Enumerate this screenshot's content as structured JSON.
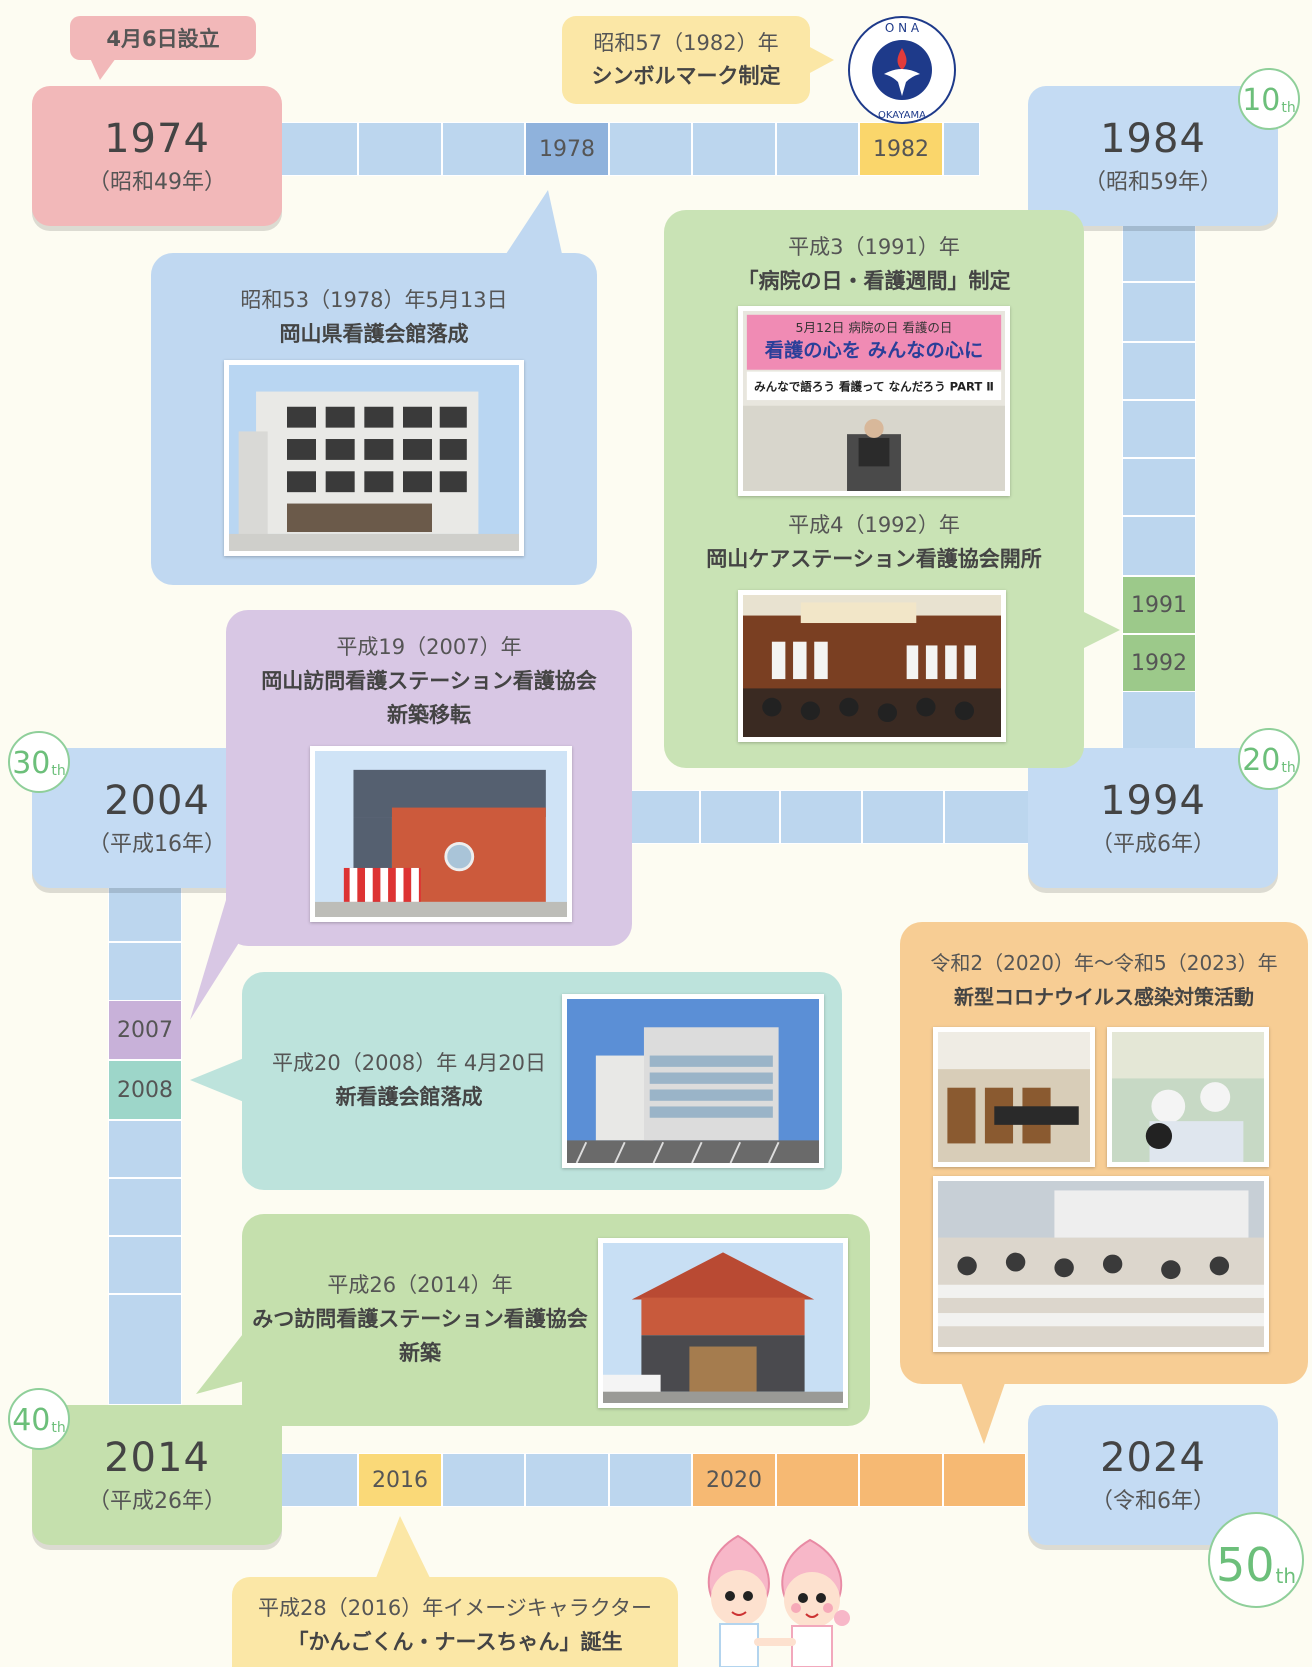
{
  "milestones": {
    "m1974": {
      "year": "1974",
      "era": "（昭和49年）"
    },
    "m1984": {
      "year": "1984",
      "era": "（昭和59年）"
    },
    "m1994": {
      "year": "1994",
      "era": "（平成6年）"
    },
    "m2004": {
      "year": "2004",
      "era": "（平成16年）"
    },
    "m2014": {
      "year": "2014",
      "era": "（平成26年）"
    },
    "m2024": {
      "year": "2024",
      "era": "（令和6年）"
    }
  },
  "anniversaries": {
    "a10": {
      "num": "10",
      "suffix": "th"
    },
    "a20": {
      "num": "20",
      "suffix": "th"
    },
    "a30": {
      "num": "30",
      "suffix": "th"
    },
    "a40": {
      "num": "40",
      "suffix": "th"
    },
    "a50": {
      "num": "50",
      "suffix": "th"
    }
  },
  "year_cells": {
    "y1978": "1978",
    "y1982": "1982",
    "y1991": "1991",
    "y1992": "1992",
    "y2007": "2007",
    "y2008": "2008",
    "y2016": "2016",
    "y2020": "2020"
  },
  "events": {
    "founded": "4月6日設立",
    "symbol_date": "昭和57（1982）年",
    "symbol_title": "シンボルマーク制定",
    "hall_date": "昭和53（1978）年5月13日",
    "hall_title": "岡山県看護会館落成",
    "hospital_day_date": "平成3（1991）年",
    "hospital_day_title": "「病院の日・看護週間」制定",
    "care_station_date": "平成4（1992）年",
    "care_station_title": "岡山ケアステーション看護協会開所",
    "visit_station_date": "平成19（2007）年",
    "visit_station_title1": "岡山訪問看護ステーション看護協会",
    "visit_station_title2": "新築移転",
    "new_hall_date": "平成20（2008）年 4月20日",
    "new_hall_title": "新看護会館落成",
    "mitsu_date": "平成26（2014）年",
    "mitsu_title1": "みつ訪問看護ステーション看護協会",
    "mitsu_title2": "新築",
    "covid_date": "令和2（2020）年～令和5（2023）年",
    "covid_title": "新型コロナウイルス感染対策活動",
    "character_line1": "平成28（2016）年イメージキャラクター",
    "character_line2": "「かんごくん・ナースちゃん」誕生"
  },
  "banner": {
    "line1": "5月12日 病院の日 看護の日",
    "line2": "看護の心を みんなの心に",
    "line3": "みんなで語ろう 看護って なんだろう PART Ⅱ"
  },
  "logo": {
    "top": "O N A",
    "bottom": "OKAYAMA"
  },
  "colors": {
    "track": "#bcd6ee",
    "pink": "#f2b8b9",
    "blue": "#c0d8f1",
    "green": "#c9e3b5",
    "purple": "#d8c7e4",
    "teal": "#bde3dc",
    "orange": "#f7cd94",
    "yellow": "#fbe7a6"
  }
}
